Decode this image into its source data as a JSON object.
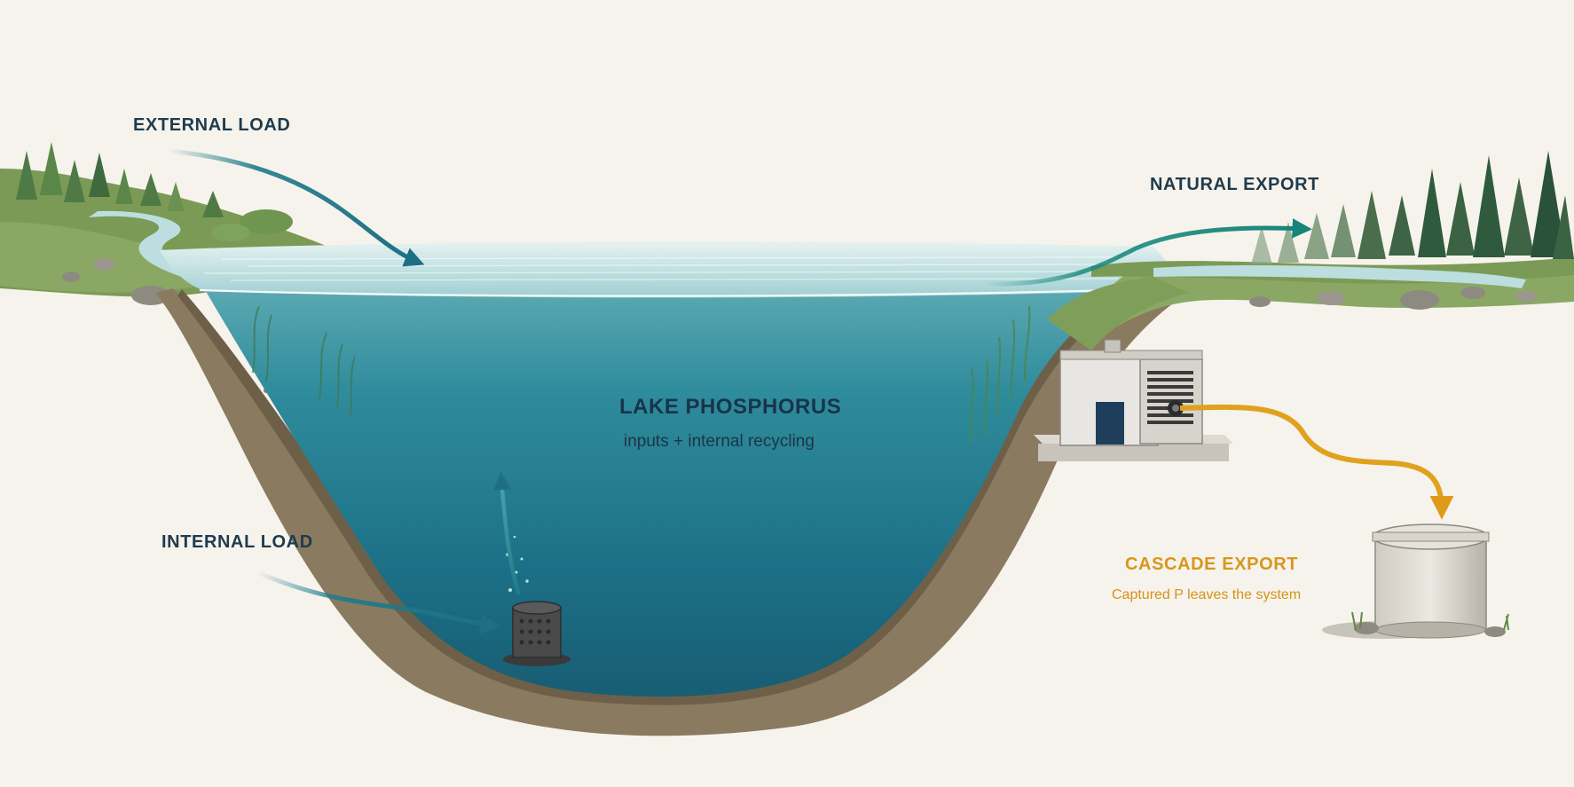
{
  "labels": {
    "external_load": "EXTERNAL LOAD",
    "natural_export": "NATURAL EXPORT",
    "lake_title": "LAKE PHOSPHORUS",
    "lake_subtitle": "inputs + internal recycling",
    "internal_load": "INTERNAL LOAD",
    "cascade_title": "CASCADE EXPORT",
    "cascade_subtitle": "Captured P leaves the system"
  },
  "colors": {
    "background": "#f6f3ec",
    "water_surface": "#bfe0e2",
    "water_deep": "#1c6f86",
    "flow_arrow": "#1e7c8a",
    "export_arrow": "#1a8a7f",
    "cascade_arrow": "#e0a21e",
    "label_dark": "#1f3b4d",
    "label_cascade": "#d9961c",
    "sediment": "#7a6a52",
    "vegetation": "#5f8a45",
    "trees": "#2f5a3e"
  },
  "icons": {
    "aerator": "sediment-aerator-icon",
    "pump_station": "pump-station-icon",
    "collection_tank": "collection-tank-icon"
  }
}
